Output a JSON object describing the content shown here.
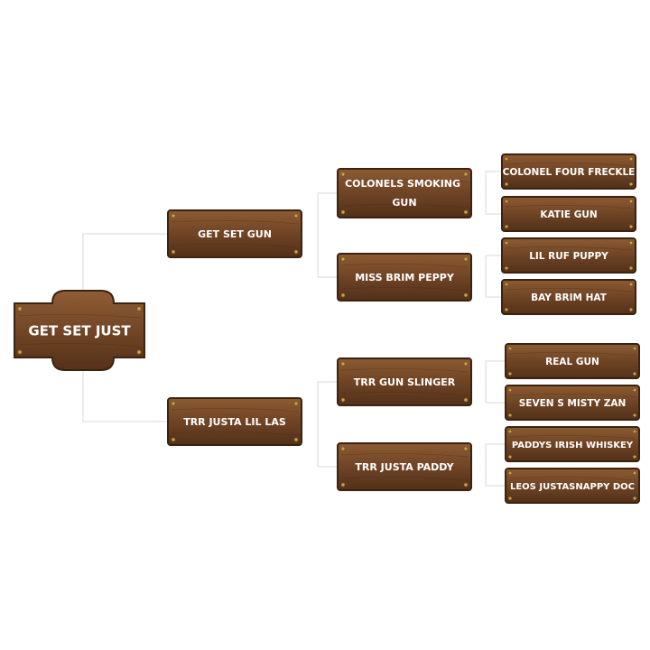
{
  "pedigree": {
    "subject": "GET SET JUST",
    "sire": {
      "name": "GET SET GUN",
      "sire": {
        "name": "COLONELS SMOKING GUN",
        "sire": "COLONEL FOUR FRECKLE",
        "dam": "KATIE GUN"
      },
      "dam": {
        "name": "MISS BRIM PEPPY",
        "sire": "LIL RUF PUPPY",
        "dam": "BAY BRIM HAT"
      }
    },
    "dam": {
      "name": "TRR JUSTA LIL LAS",
      "sire": {
        "name": "TRR GUN SLINGER",
        "sire": "REAL GUN",
        "dam": "SEVEN S MISTY ZAN"
      },
      "dam": {
        "name": "TRR JUSTA PADDY",
        "sire": "PADDYS IRISH WHISKEY",
        "dam": "LEOS JUSTASNAPPY DOC"
      }
    }
  },
  "colors": {
    "wood_light": "#8a5a32",
    "wood_mid": "#6e4322",
    "wood_dark": "#4e2c14",
    "nail": "#c9a24a",
    "text": "#ffffff",
    "connector": "#e6e6e6"
  }
}
